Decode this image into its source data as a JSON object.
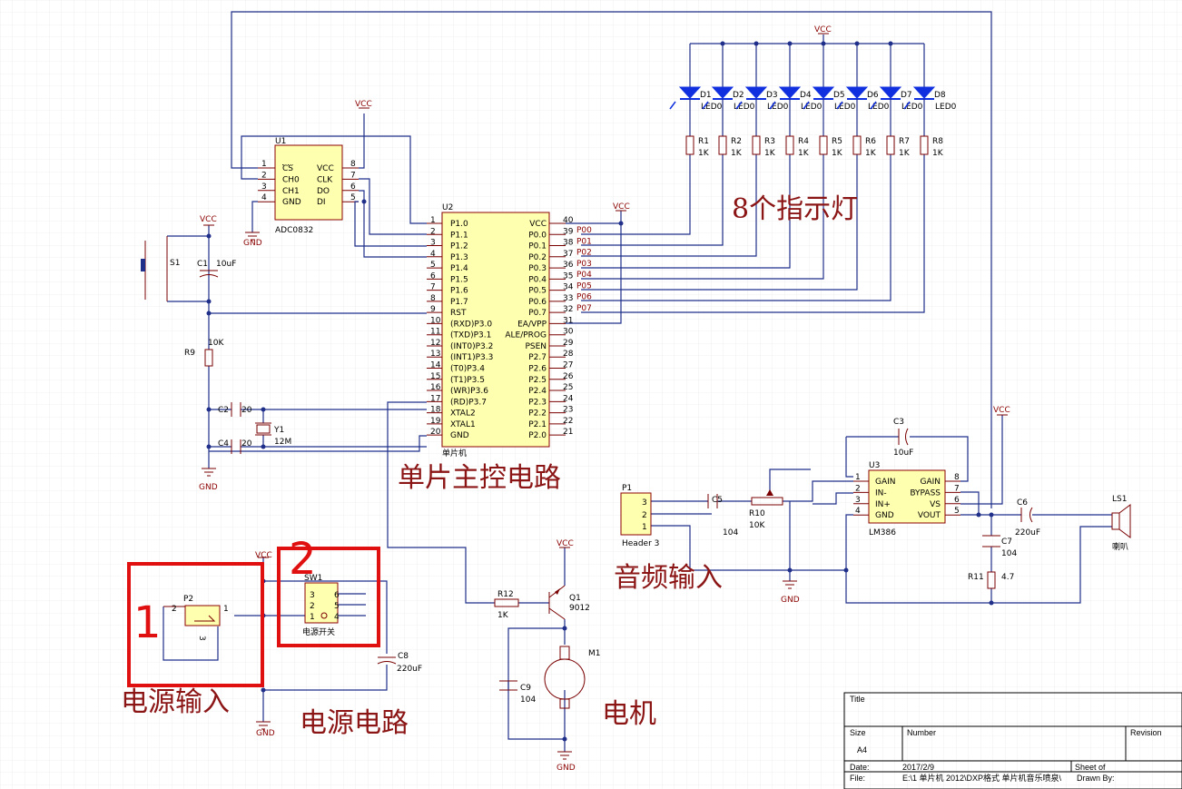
{
  "labels": {
    "main": "单片主控电路",
    "leds": "8个指示灯",
    "audio": "音频输入",
    "power_in": "电源输入",
    "power_circuit": "电源电路",
    "motor": "电机",
    "callout1": "1",
    "callout2": "2"
  },
  "parts": {
    "u1_ref": "U1",
    "u1_name": "ADC0832",
    "u1_left": [
      "CS",
      "CH0",
      "CH1",
      "GND"
    ],
    "u1_left_nums": [
      "1",
      "2",
      "3",
      "4"
    ],
    "u1_right": [
      "VCC",
      "CLK",
      "DO",
      "DI"
    ],
    "u1_right_nums": [
      "8",
      "7",
      "6",
      "5"
    ],
    "u2_ref": "U2",
    "u2_name": "单片机",
    "u2_left": [
      "P1.0",
      "P1.1",
      "P1.2",
      "P1.3",
      "P1.4",
      "P1.5",
      "P1.6",
      "P1.7",
      "RST",
      "(RXD)P3.0",
      "(TXD)P3.1",
      "(INT0)P3.2",
      "(INT1)P3.3",
      "(T0)P3.4",
      "(T1)P3.5",
      "(WR)P3.6",
      "(RD)P3.7",
      "XTAL2",
      "XTAL1",
      "GND"
    ],
    "u2_left_nums": [
      "1",
      "2",
      "3",
      "4",
      "5",
      "6",
      "7",
      "8",
      "9",
      "10",
      "11",
      "12",
      "13",
      "14",
      "15",
      "16",
      "17",
      "18",
      "19",
      "20"
    ],
    "u2_right": [
      "VCC",
      "P0.0",
      "P0.1",
      "P0.2",
      "P0.3",
      "P0.4",
      "P0.5",
      "P0.6",
      "P0.7",
      "EA/VPP",
      "ALE/PROG",
      "PSEN",
      "P2.7",
      "P2.6",
      "P2.5",
      "P2.4",
      "P2.3",
      "P2.2",
      "P2.1",
      "P2.0"
    ],
    "u2_right_nums": [
      "40",
      "39",
      "38",
      "37",
      "36",
      "35",
      "34",
      "33",
      "32",
      "31",
      "30",
      "29",
      "28",
      "27",
      "26",
      "25",
      "24",
      "23",
      "22",
      "21"
    ],
    "p0_nets": [
      "P00",
      "P01",
      "P02",
      "P03",
      "P04",
      "P05",
      "P06",
      "P07"
    ],
    "leds": [
      "D1",
      "D2",
      "D3",
      "D4",
      "D5",
      "D6",
      "D7",
      "D8"
    ],
    "led_val": "LED0",
    "resistors": [
      "R1",
      "R2",
      "R3",
      "R4",
      "R5",
      "R6",
      "R7",
      "R8"
    ],
    "res_val": "1K",
    "vcc": "VCC",
    "gnd": "GND",
    "s1": "S1",
    "c1": "C1",
    "c1_val": "10uF",
    "r9": "R9",
    "r9_val": "10K",
    "c2": "C2",
    "c2_val": "20",
    "c4": "C4",
    "c4_val": "20",
    "y1": "Y1",
    "y1_val": "12M",
    "p2": "P2",
    "p2_pins": [
      "2",
      "1",
      "3"
    ],
    "sw1": "SW1",
    "sw1_pins": [
      "3",
      "2",
      "1",
      "6",
      "5",
      "4"
    ],
    "sw1_name": "电源开关",
    "c8": "C8",
    "c8_val": "220uF",
    "r12": "R12",
    "r12_val": "1K",
    "q1": "Q1",
    "q1_val": "9012",
    "m1": "M1",
    "c9": "C9",
    "c9_val": "104",
    "p1": "P1",
    "p1_name": "Header 3",
    "p1_pins": [
      "3",
      "2",
      "1"
    ],
    "c5": "C5",
    "c5_val": "104",
    "r10": "R10",
    "r10_val": "10K",
    "c3": "C3",
    "c3_val": "10uF",
    "u3_ref": "U3",
    "u3_name": "LM386",
    "u3_left": [
      "GAIN",
      "IN-",
      "IN+",
      "GND"
    ],
    "u3_left_nums": [
      "1",
      "2",
      "3",
      "4"
    ],
    "u3_right": [
      "GAIN",
      "BYPASS",
      "VS",
      "VOUT"
    ],
    "u3_right_nums": [
      "8",
      "7",
      "6",
      "5"
    ],
    "c6": "C6",
    "c6_val": "220uF",
    "c7": "C7",
    "c7_val": "104",
    "r11": "R11",
    "r11_val": "4.7",
    "ls1": "LS1",
    "ls1_name": "喇叭"
  },
  "title_block": {
    "title": "Title",
    "size": "Size",
    "size_val": "A4",
    "number": "Number",
    "revision": "Revision",
    "date": "Date:",
    "date_val": "2017/2/9",
    "sheet": "Sheet    of",
    "file": "File:",
    "file_val": "E:\\1 单片机 2012\\DXP格式 单片机音乐喷泉\\",
    "drawn": "Drawn By:"
  },
  "colors": {
    "wire": "#1f2f8a",
    "pin": "#7a0000",
    "chip_fill": "#ffffb0",
    "label": "#8b1414",
    "callout": "#e01010",
    "led": "#1030e0"
  }
}
